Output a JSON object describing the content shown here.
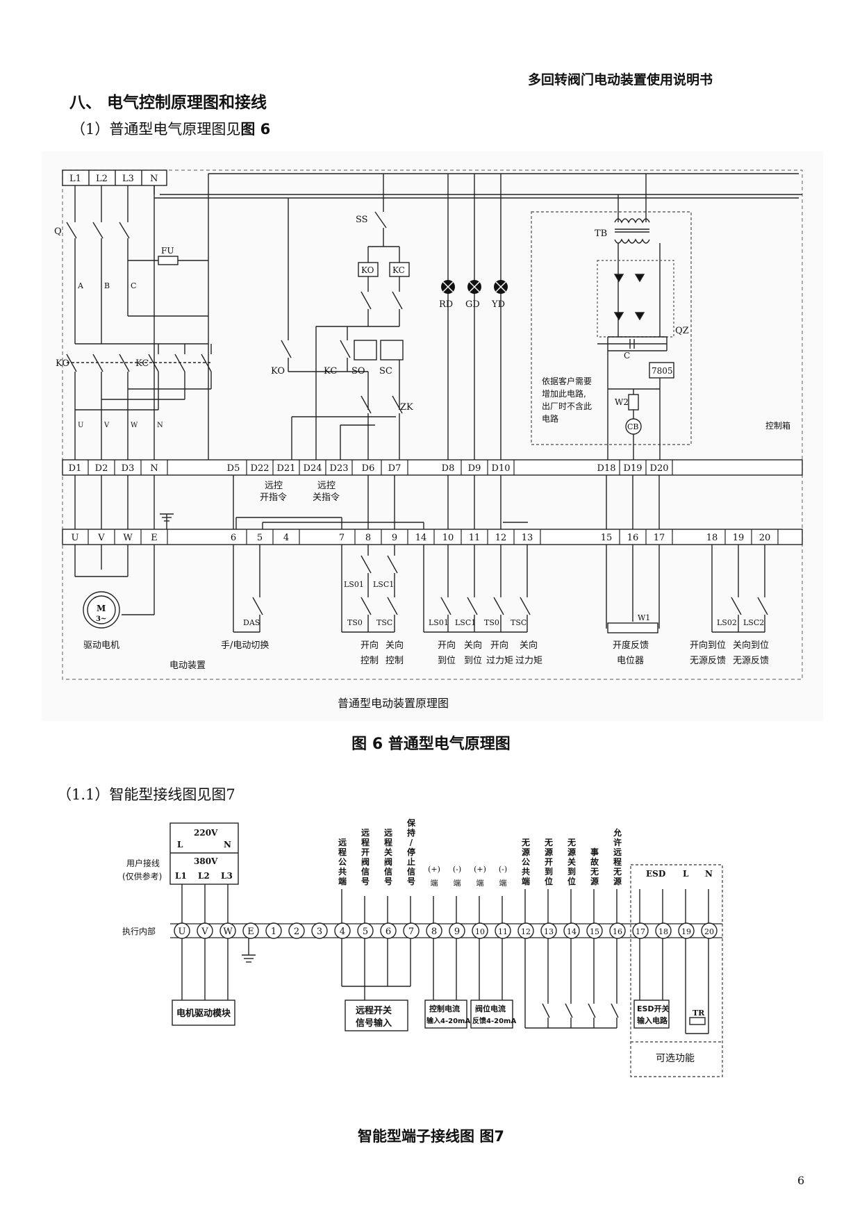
{
  "header": {
    "doc_title": "多回转阀门电动装置使用说明书"
  },
  "section": {
    "title": "八、  电气控制原理图和接线",
    "sub1_prefix": "（1）普通型电气原理图见",
    "sub1_bold": "图 6",
    "sub2": "（1.1）智能型接线图见图7"
  },
  "fig6": {
    "caption": "图 6  普通型电气原理图",
    "inner_caption": "普通型电动装置原理图",
    "supply_terms": [
      "L1",
      "L2",
      "L3",
      "N"
    ],
    "q_label": "Q",
    "fu_label": "FU",
    "phase_labels": [
      "A",
      "B",
      "C"
    ],
    "ko_label": "KO",
    "kc_label": "KC",
    "uvwn_labels": [
      "U",
      "V",
      "W",
      "N"
    ],
    "ss_label": "SS",
    "coil_labels": [
      "KO",
      "KC"
    ],
    "lamp_labels": [
      "RD",
      "GD",
      "YD"
    ],
    "switch_labels": [
      "KO",
      "KC",
      "SO",
      "SC",
      "ZK"
    ],
    "tb_label": "TB",
    "qz_label": "QZ",
    "c_label": "C",
    "reg_label": "7805",
    "w2_label": "W2",
    "cb_label": "CB",
    "note_lines": [
      "依据客户需要",
      "增加此电路,",
      "出厂时不含此",
      "电路"
    ],
    "control_box": "控制箱",
    "d_terms": [
      "D1",
      "D2",
      "D3",
      "N",
      "D5",
      "D22",
      "D21",
      "D24",
      "D23",
      "D6",
      "D7",
      "D8",
      "D9",
      "D10",
      "D18",
      "D19",
      "D20"
    ],
    "remote_open": [
      "远控",
      "开指令"
    ],
    "remote_close": [
      "远控",
      "关指令"
    ],
    "terms": [
      "U",
      "V",
      "W",
      "E",
      "6",
      "5",
      "4",
      "7",
      "8",
      "9",
      "14",
      "10",
      "11",
      "12",
      "13",
      "15",
      "16",
      "17",
      "18",
      "19",
      "20"
    ],
    "motor_label": "M",
    "motor_sub": "3~",
    "motor_caption": "驱动电机",
    "das_label": "DAS",
    "hand_caption": "手/电动切换",
    "ls_labels": [
      "LS01",
      "LSC1",
      "TS0",
      "TSC"
    ],
    "ls2_labels": [
      "LS01",
      "LSC1",
      "TS0",
      "TSC"
    ],
    "w1_label": "W1",
    "lso2_labels": [
      "LS02",
      "LSC2"
    ],
    "ctrl_captions": [
      "开向",
      "控制",
      "关向",
      "控制"
    ],
    "pos_captions": [
      [
        "开向",
        "到位"
      ],
      [
        "关向",
        "到位"
      ],
      [
        "开向",
        "过力矩"
      ],
      [
        "关向",
        "过力矩"
      ]
    ],
    "feedback_caption": [
      "开度反馈",
      "电位器"
    ],
    "dry_captions": [
      [
        "开向到位",
        "无源反馈"
      ],
      [
        "关向到位",
        "无源反馈"
      ]
    ],
    "device_label": "电动装置"
  },
  "fig7": {
    "caption": "智能型端子接线图    图7",
    "v220": "220V",
    "L": "L",
    "N": "N",
    "v380": "380V",
    "L123": [
      "L1",
      "L2",
      "L3"
    ],
    "user_wiring": [
      "用户接线",
      "(仅供参考)"
    ],
    "internal": "执行内部",
    "terms": [
      "U",
      "V",
      "W",
      "E",
      "1",
      "2",
      "3",
      "4",
      "5",
      "6",
      "7",
      "8",
      "9",
      "10",
      "11",
      "12",
      "13",
      "14",
      "15",
      "16",
      "17",
      "18",
      "19",
      "20"
    ],
    "vlabels": [
      {
        "t": "4",
        "text": "远程公共端"
      },
      {
        "t": "5",
        "text": "远程开阀信号"
      },
      {
        "t": "6",
        "text": "远程关阀信号"
      },
      {
        "t": "7",
        "text": "保持/停止信号"
      },
      {
        "t": "12",
        "text": "无源公共端"
      },
      {
        "t": "13",
        "text": "无源开到位"
      },
      {
        "t": "14",
        "text": "无源关到位"
      },
      {
        "t": "15",
        "text": "事故无源"
      },
      {
        "t": "16",
        "text": "允许远程无源"
      }
    ],
    "pm_labels": [
      [
        "(+)",
        "端"
      ],
      [
        "(-)",
        "端"
      ],
      [
        "(+)",
        "端"
      ],
      [
        "(-)",
        "端"
      ]
    ],
    "esd_labels": [
      "ESD",
      "L",
      "N"
    ],
    "box_motor": "电机驱动模块",
    "box_remote": [
      "远程开关",
      "信号输入"
    ],
    "box_ctrl": [
      "控制电流",
      "输入4-20mA"
    ],
    "box_fb": [
      "阀位电流",
      "反馈4-20mA"
    ],
    "box_esd": [
      "ESD开关",
      "输入电路"
    ],
    "tr": "TR",
    "optional": "可选功能"
  }
}
